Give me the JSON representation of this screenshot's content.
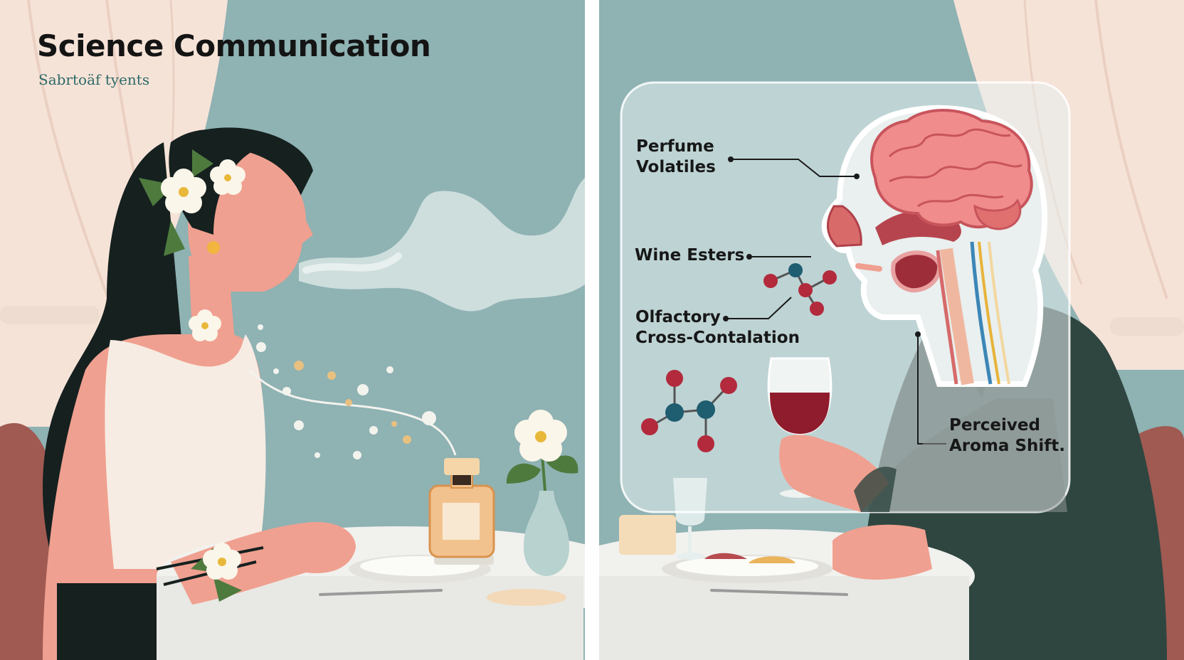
{
  "header": {
    "title": "Science Communication",
    "subtitle": "Sabrtoäf tyents"
  },
  "diagram": {
    "labels": {
      "perfume_volatiles_line1": "Perfume",
      "perfume_volatiles_line2": "Volatiles",
      "wine_esters": "Wine Esters",
      "olfactory_line1": "Olfactory",
      "olfactory_line2": "Cross-Contalation",
      "perceived_line1": "Perceived",
      "perceived_line2": "Aroma Shift."
    }
  },
  "palette": {
    "background_teal": "#8fb2b3",
    "curtain": "#f6e3d8",
    "skin": "#f0a090",
    "hair": "#15201f",
    "wine": "#8f1c2c",
    "brain": "#f08c8c",
    "jacket": "#2f4640",
    "molecule_red": "#b22a3c",
    "molecule_blue": "#1f5d70"
  },
  "icons": [
    "jasmine-flower-icon",
    "perfume-bottle-icon",
    "wine-glass-icon",
    "brain-icon",
    "molecule-icon",
    "flower-vase-icon"
  ]
}
